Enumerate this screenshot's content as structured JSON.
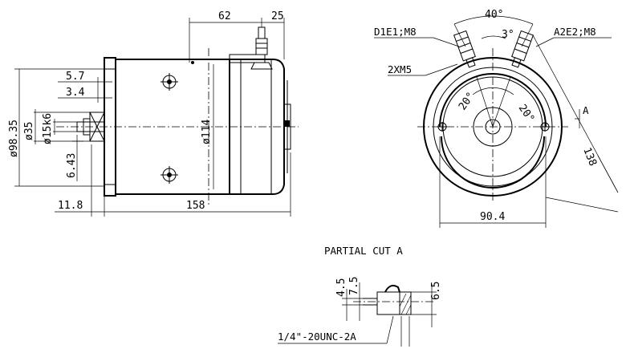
{
  "side_view": {
    "dim_62": "62",
    "dim_25": "25",
    "dim_5_7": "5.7",
    "dim_3_4": "3.4",
    "dim_98_35": "ø98.35",
    "dim_35": "ø35",
    "dim_15k6": "ø15k6",
    "dim_6_43": "6.43",
    "dim_114": "ø114",
    "dim_11_8": "11.8",
    "dim_158": "158"
  },
  "end_view": {
    "terminal_left": "D1E1;M8",
    "terminal_right": "A2E2;M8",
    "angle_40": "40°",
    "angle_3": "3°",
    "screws": "2XM5",
    "angle_20_left": "20°",
    "angle_20_right": "20°",
    "section_marker": "A",
    "dim_138": "138",
    "dim_90_4": "90.4"
  },
  "partial_cut": {
    "title": "PARTIAL CUT A",
    "dim_4_5": "4.5",
    "dim_7_5": "7.5",
    "dim_6_5": "6.5",
    "thread": "1/4\"-20UNC-2A"
  }
}
